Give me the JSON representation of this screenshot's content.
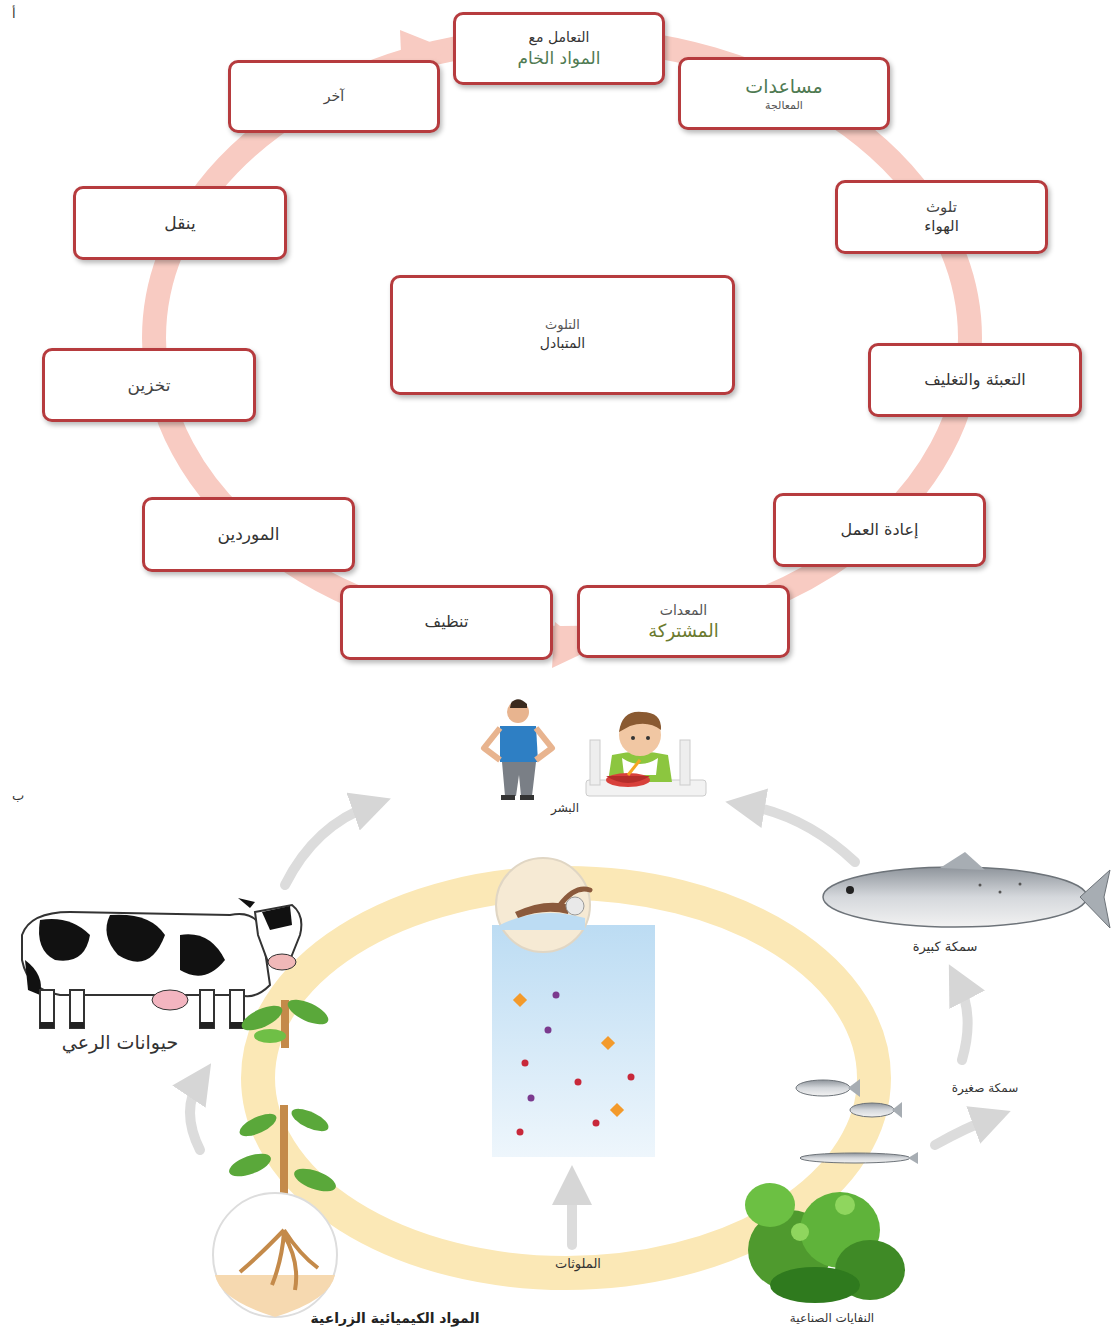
{
  "diagram": {
    "nodes": [
      {
        "text": [
          "التعامل مع",
          "المواد الخام"
        ]
      },
      {
        "text": [
          "مساعدات",
          "المعالجة"
        ]
      },
      {
        "text": [
          "تلوث",
          "الهواء"
        ]
      },
      {
        "text": [
          "التعبئة والتغليف"
        ]
      },
      {
        "text": [
          "إعادة العمل"
        ]
      },
      {
        "text": [
          "المعدات",
          "المشتركة"
        ]
      },
      {
        "text": [
          "تنظيف"
        ]
      },
      {
        "text": [
          "الموردين"
        ]
      },
      {
        "text": [
          "تخزين"
        ]
      },
      {
        "text": [
          "ينقل"
        ]
      },
      {
        "text": [
          "آخر"
        ]
      },
      {
        "text": [
          "التلوث",
          "المتبادل"
        ]
      }
    ],
    "labels": [
      "أ",
      "ب",
      "البشر",
      "حيوانات الرعي",
      "سمكة كبيرة",
      "سمكة صغيرة",
      "الملوثات",
      "المواد الكيميائية الزراعية",
      "النفايات الصناعية"
    ]
  }
}
